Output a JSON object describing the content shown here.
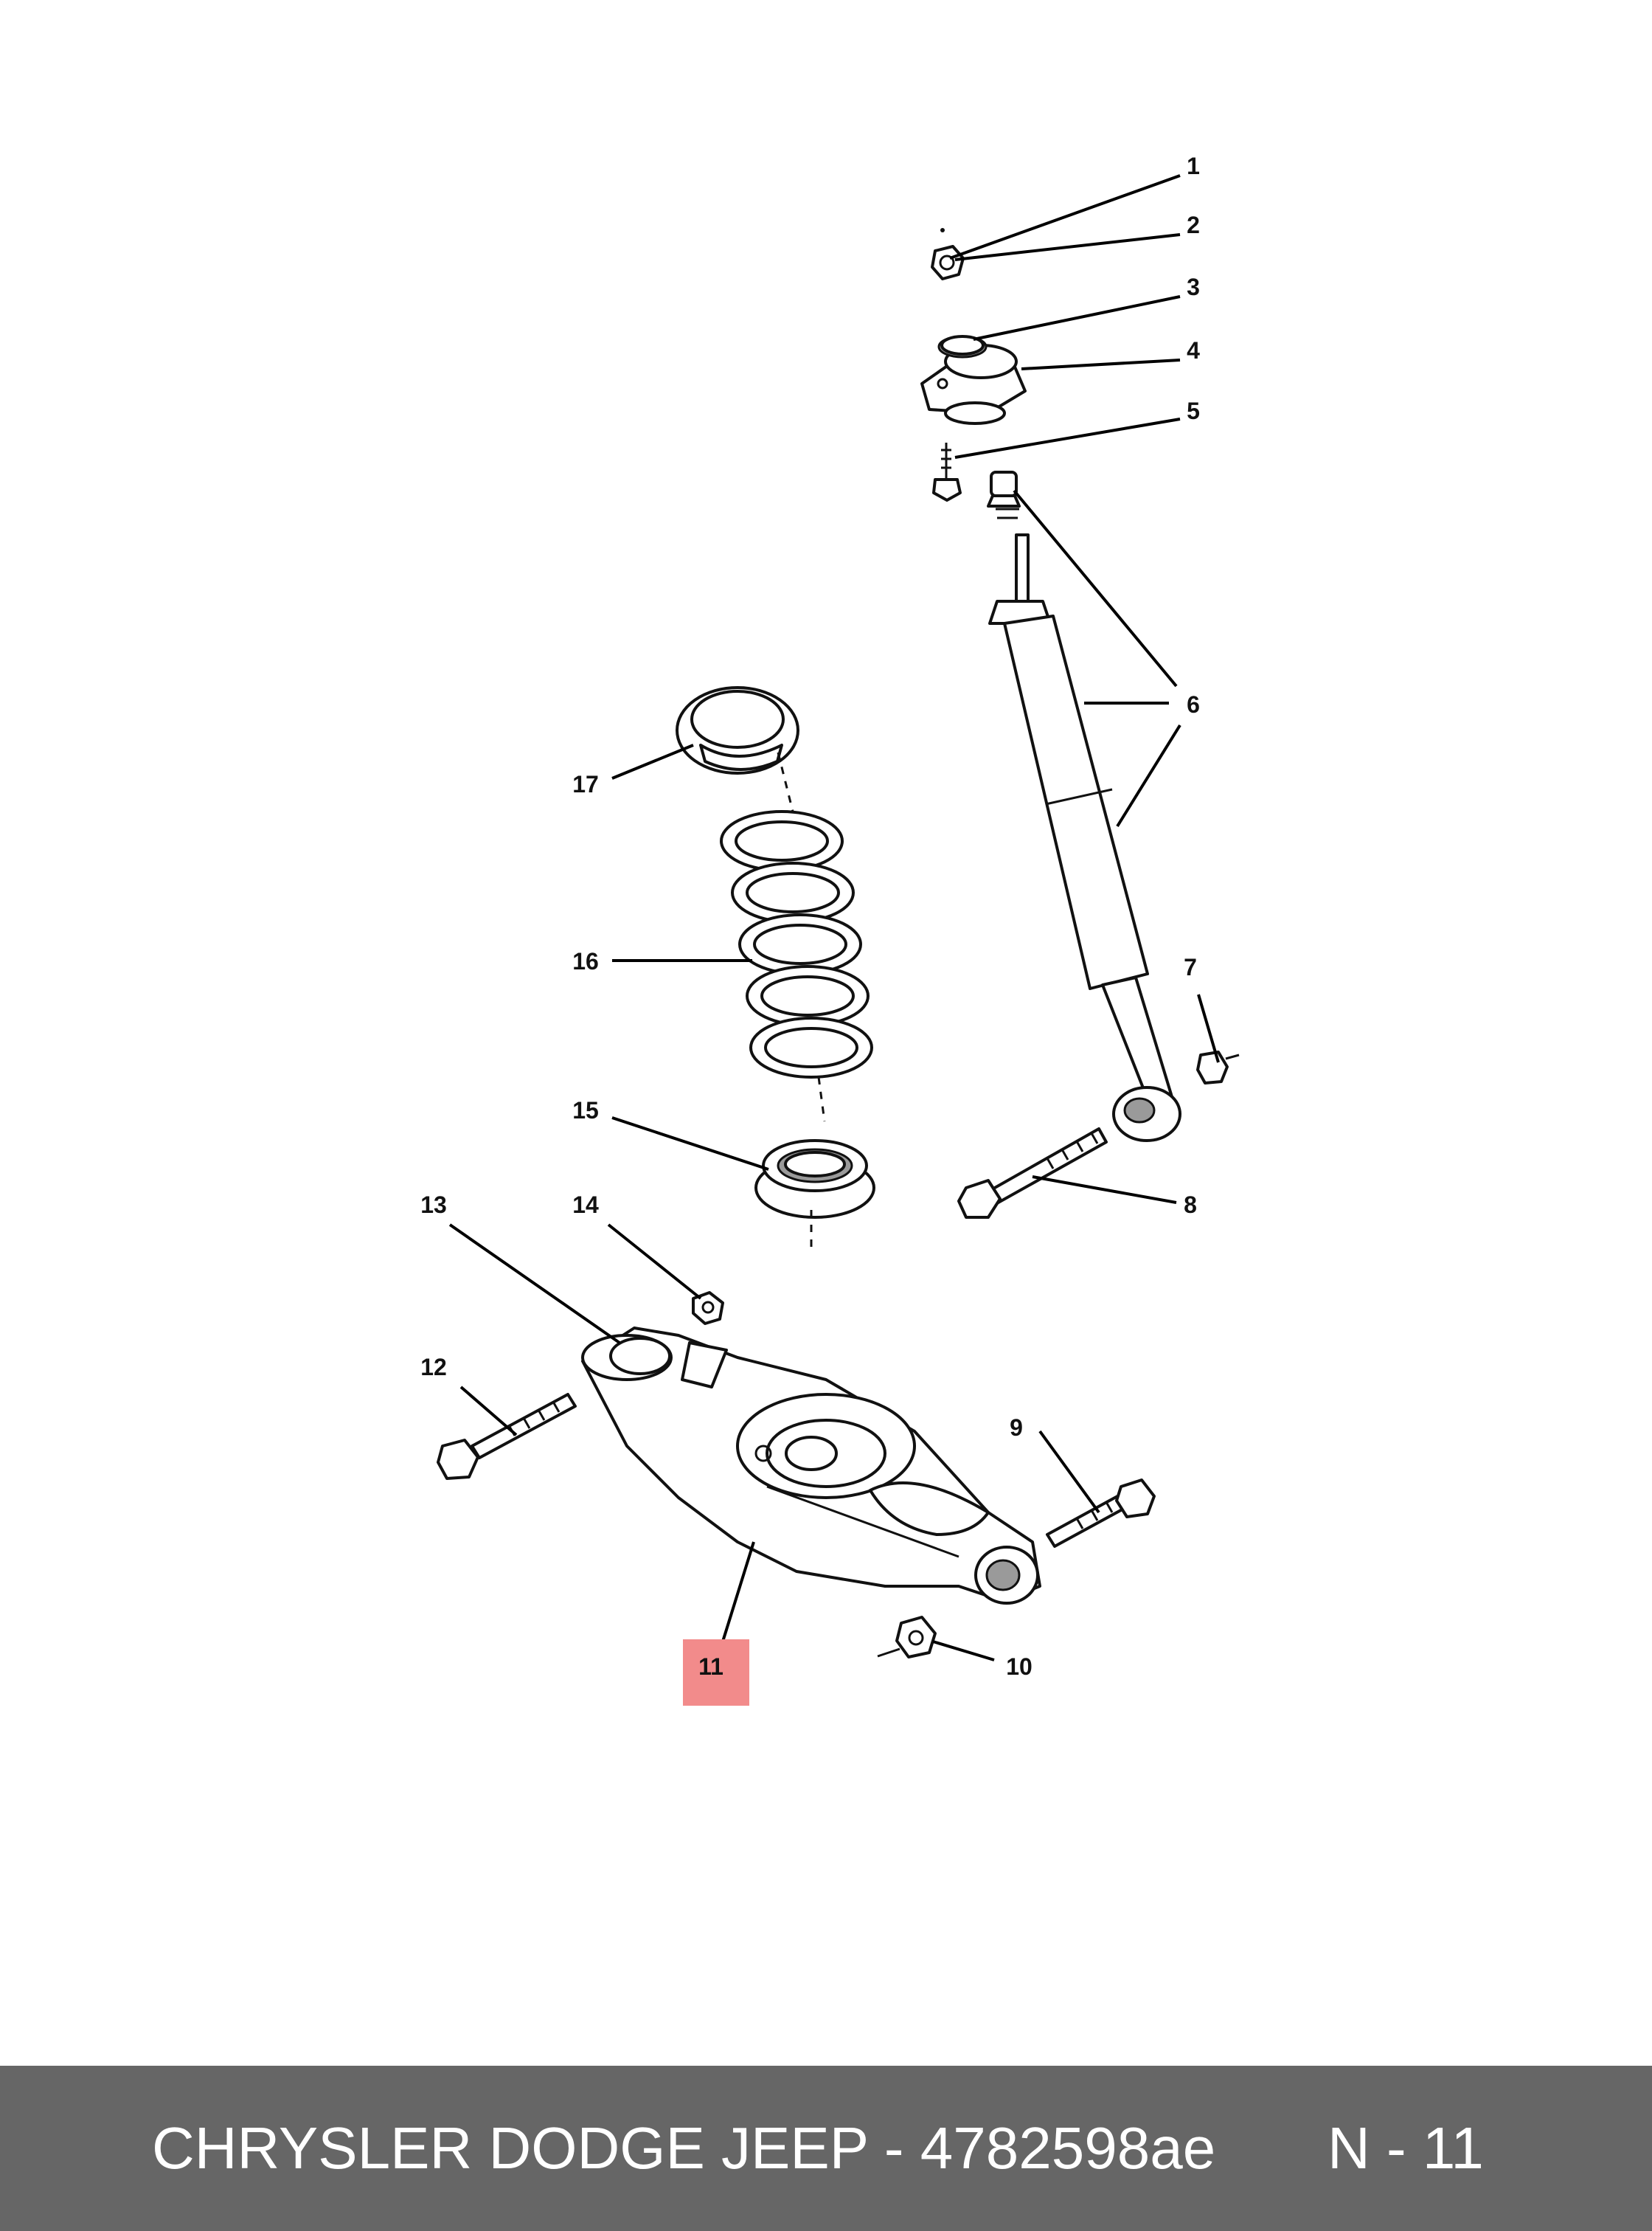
{
  "diagram": {
    "callouts": [
      "1",
      "2",
      "3",
      "4",
      "5",
      "6",
      "7",
      "8",
      "9",
      "10",
      "11",
      "12",
      "13",
      "14",
      "15",
      "16",
      "17"
    ],
    "highlighted_callout": "11",
    "highlight_color": "#f28b8b"
  },
  "footer": {
    "left_text": "CHRYSLER DODGE JEEP - 4782598ae",
    "right_text": "N - 11",
    "background": "#666666",
    "text_color": "#ffffff"
  }
}
